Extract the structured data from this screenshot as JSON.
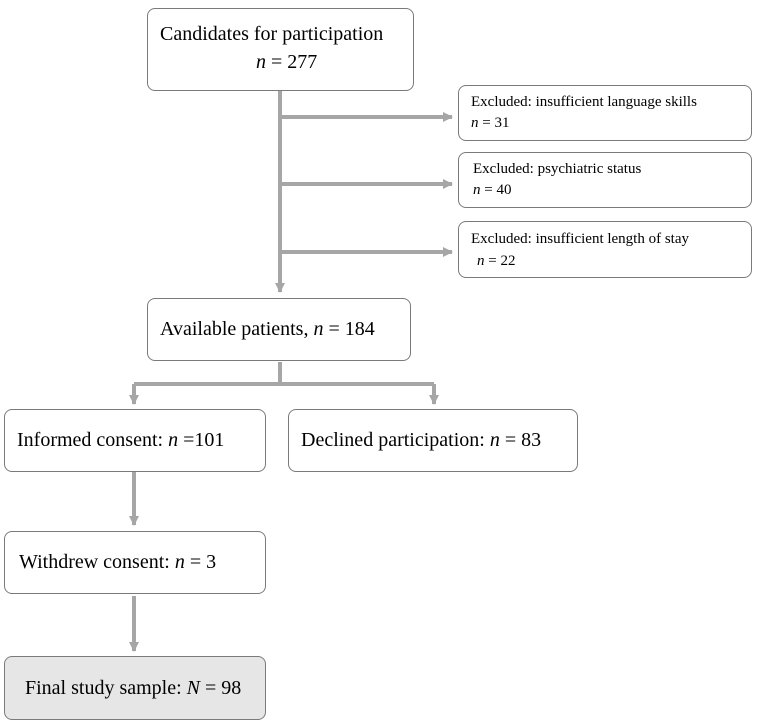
{
  "nodes": {
    "candidates": {
      "label": "Candidates for participation",
      "n_symbol": "n",
      "n_rest": " = 277"
    },
    "excl_language": {
      "label": "Excluded:  insufficient language skills",
      "n_symbol": "n",
      "n_rest": " = 31"
    },
    "excl_psych": {
      "label": "Excluded:  psychiatric status",
      "n_symbol": "n",
      "n_rest": " = 40"
    },
    "excl_stay": {
      "label": "Excluded:  insufficient length of stay",
      "n_symbol": "n",
      "n_rest": " = 22"
    },
    "available": {
      "label": "Available  patients, ",
      "n_symbol": "n",
      "n_rest": " = 184"
    },
    "informed": {
      "label": "Informed  consent: ",
      "n_symbol": "n",
      "n_rest": " =101"
    },
    "declined": {
      "label": "Declined  participation:  ",
      "n_symbol": "n",
      "n_rest": " = 83"
    },
    "withdrew": {
      "label": "Withdrew  consent: ",
      "n_symbol": "n",
      "n_rest": " = 3"
    },
    "final": {
      "label": "Final  study  sample:  ",
      "n_symbol": "N",
      "n_rest": " = 98"
    }
  },
  "colors": {
    "connector": "#a6a6a6",
    "box_border": "#7a7a7a",
    "final_fill": "#e6e6e6"
  }
}
